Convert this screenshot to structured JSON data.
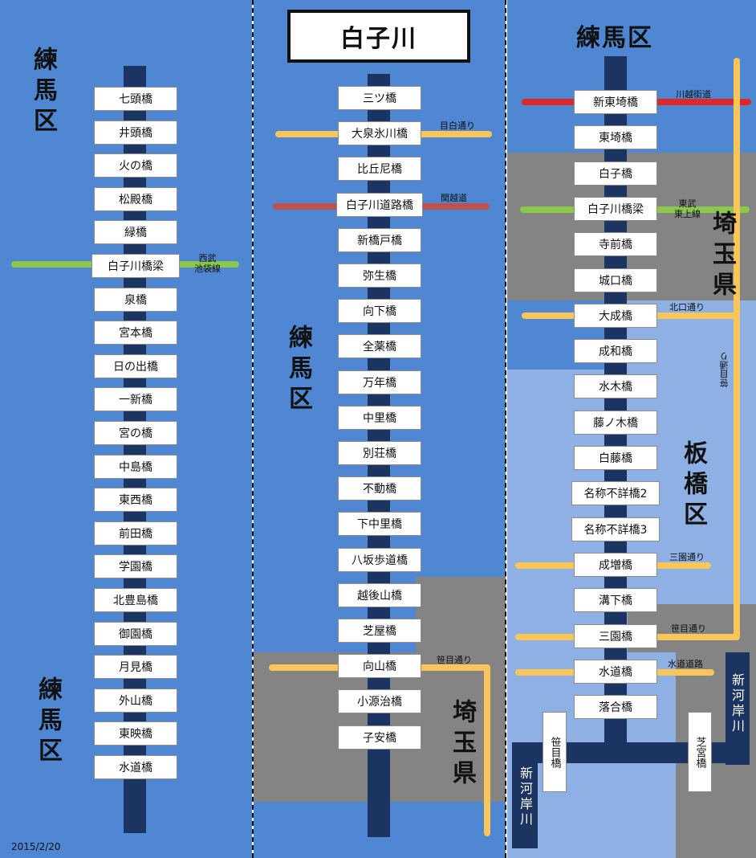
{
  "colors": {
    "blue": "#5087d2",
    "light_blue": "#8fb0e4",
    "gray": "#848484",
    "river": "#1b3461",
    "yellow_road": "#fac65a",
    "green_rail": "#8bc84a",
    "red_road": "#e02727",
    "brown_road": "#c0504d"
  },
  "date": "2015/2/20",
  "title": "白子川",
  "panel1": {
    "ward_top": "練馬区",
    "ward_bottom": "練馬区",
    "rail_label": "西武\n池袋線",
    "bridges": [
      "七頭橋",
      "井頭橋",
      "火の橋",
      "松殿橋",
      "緑橋",
      "白子川橋梁",
      "泉橋",
      "宮本橋",
      "日の出橋",
      "一新橋",
      "宮の橋",
      "中島橋",
      "東西橋",
      "前田橋",
      "学園橋",
      "北豊島橋",
      "御園橋",
      "月見橋",
      "外山橋",
      "東映橋",
      "水道橋"
    ]
  },
  "panel2": {
    "ward": "練馬区",
    "prefecture": "埼玉県",
    "road_labels": {
      "mejiro": "目白通り",
      "kanetsu": "関越道",
      "sasame": "笹目通り"
    },
    "bridges": [
      "三ツ橋",
      "大泉氷川橋",
      "比丘尼橋",
      "白子川道路橋",
      "新橋戸橋",
      "弥生橋",
      "向下橋",
      "全薬橋",
      "万年橋",
      "中里橋",
      "別荘橋",
      "不動橋",
      "下中里橋",
      "八坂歩道橋",
      "越後山橋",
      "芝屋橋",
      "向山橋",
      "小源治橋",
      "子安橋"
    ]
  },
  "panel3": {
    "ward_top": "練馬区",
    "prefecture": "埼玉県",
    "ward_itabashi": "板橋区",
    "road_labels": {
      "kawagoe": "川越街道",
      "tobu": "東武\n東上線",
      "kitaguchi": "北口通り",
      "sasame_v": "笹目通り",
      "sanen": "三園通り",
      "sasame": "笹目通り",
      "suido": "水道道路"
    },
    "bridges": [
      "新東埼橋",
      "東埼橋",
      "白子橋",
      "白子川橋梁",
      "寺前橋",
      "城口橋",
      "大成橋",
      "成和橋",
      "水木橋",
      "藤ノ木橋",
      "白藤橋",
      "名称不詳橋2",
      "名称不詳橋3",
      "成増橋",
      "溝下橋",
      "三園橋",
      "水道橋",
      "落合橋"
    ],
    "side_bridges": {
      "sasame": "笹目橋",
      "shiba": "芝宮橋"
    },
    "river_names": {
      "left": "新河岸川",
      "right": "新河岸川"
    }
  }
}
